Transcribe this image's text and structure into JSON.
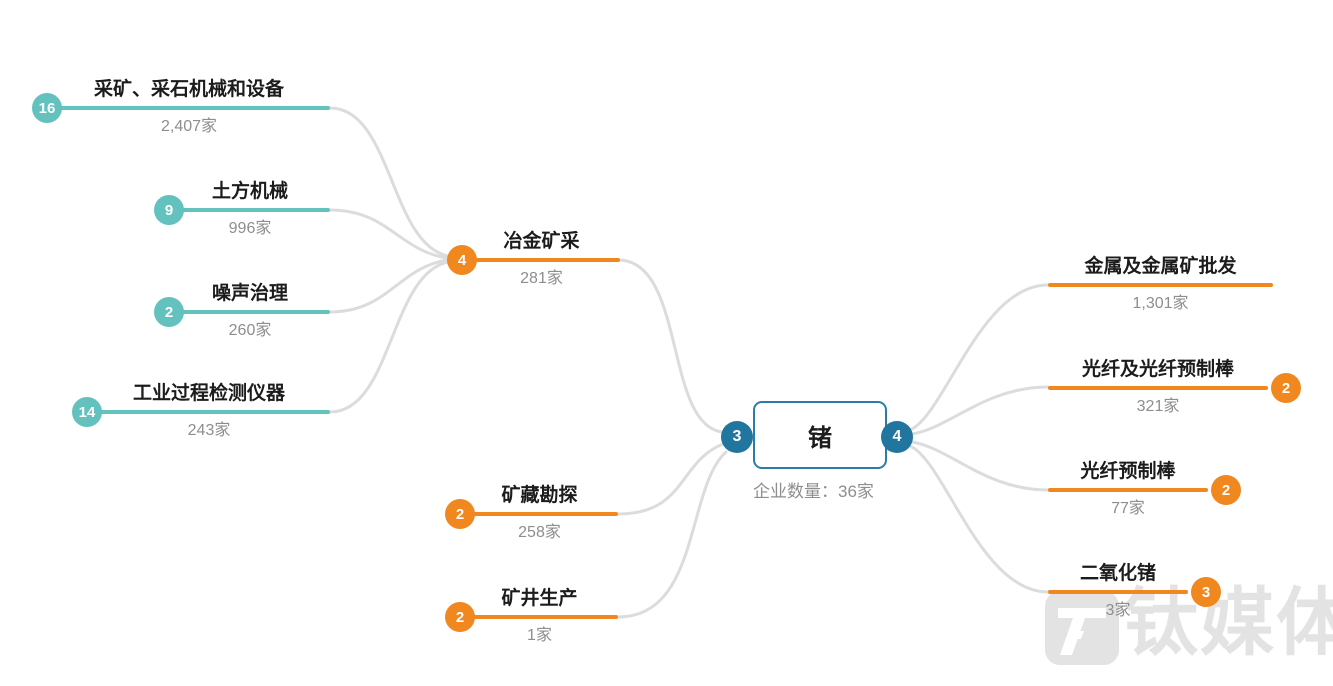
{
  "colors": {
    "teal": "#63c2be",
    "orange": "#f0871f",
    "center_blue": "#21769f",
    "center_border": "#2b7ca9",
    "connector_gray": "#dcdcdc",
    "count_gray": "#8e8e8e",
    "watermark_gray": "#e3e3e3"
  },
  "center": {
    "label": "锗",
    "caption": "企业数量：36家",
    "left_badge": "3",
    "right_badge": "4"
  },
  "upstream_sub": [
    {
      "badge": "16",
      "label": "采矿、采石机械和设备",
      "count": "2,407家"
    },
    {
      "badge": "9",
      "label": "土方机械",
      "count": "996家"
    },
    {
      "badge": "2",
      "label": "噪声治理",
      "count": "260家"
    },
    {
      "badge": "14",
      "label": "工业过程检测仪器",
      "count": "243家"
    }
  ],
  "upstream": [
    {
      "badge": "4",
      "label": "冶金矿采",
      "count": "281家"
    },
    {
      "badge": "2",
      "label": "矿藏勘探",
      "count": "258家"
    },
    {
      "badge": "2",
      "label": "矿井生产",
      "count": "1家"
    }
  ],
  "downstream": [
    {
      "label": "金属及金属矿批发",
      "count": "1,301家"
    },
    {
      "badge": "2",
      "label": "光纤及光纤预制棒",
      "count": "321家"
    },
    {
      "badge": "2",
      "label": "光纤预制棒",
      "count": "77家"
    },
    {
      "badge": "3",
      "label": "二氧化锗",
      "count": "3家"
    }
  ],
  "watermark": {
    "text": "钛媒体"
  }
}
